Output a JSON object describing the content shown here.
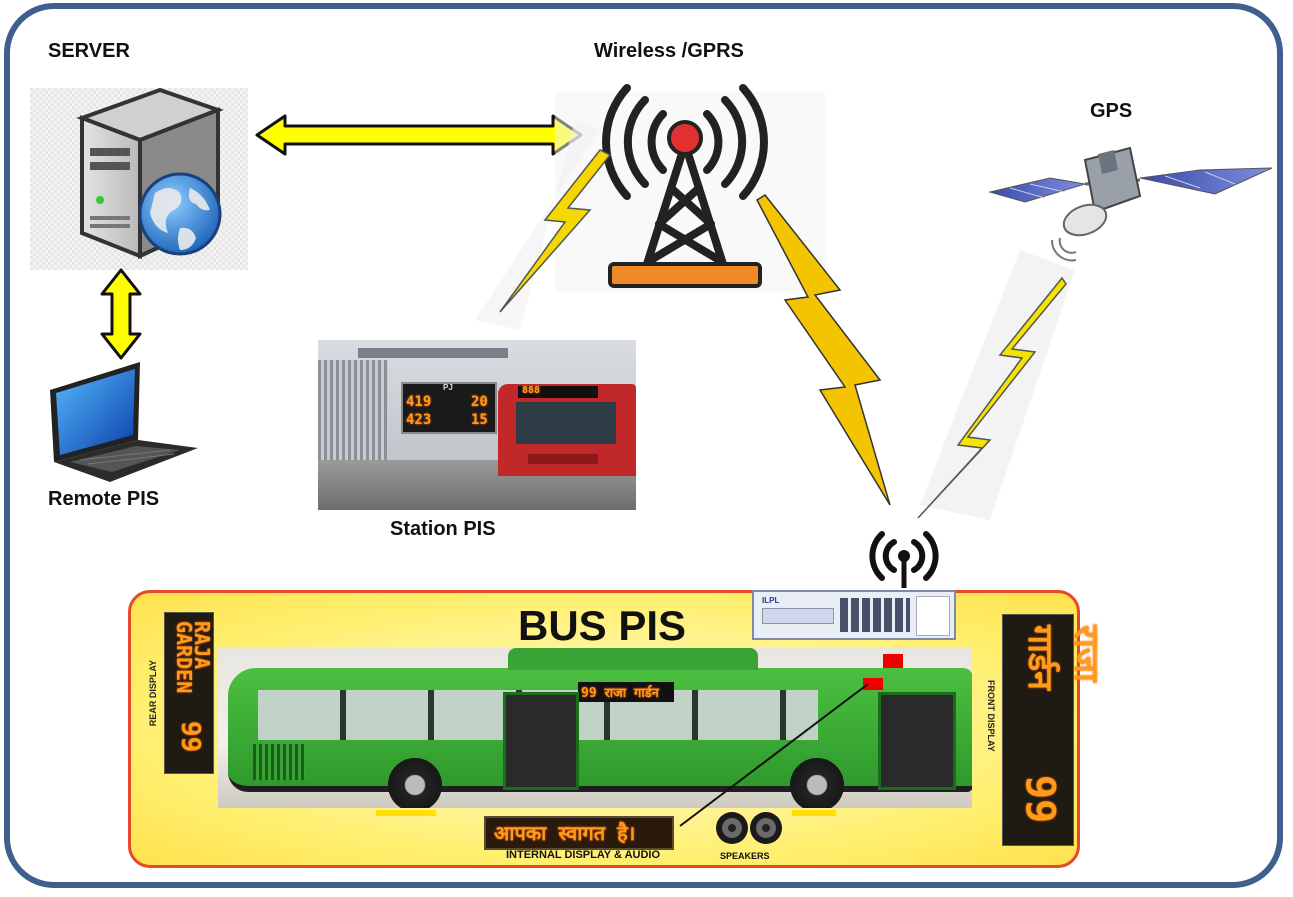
{
  "labels": {
    "server": "SERVER",
    "wireless": "Wireless /GPRS",
    "gps": "GPS",
    "remote_pis": "Remote PIS",
    "station_pis": "Station PIS",
    "bus_pis": "BUS PIS"
  },
  "station_board": {
    "header": "PJ",
    "rows": [
      {
        "route": "419",
        "minutes": "20"
      },
      {
        "route": "423",
        "minutes": "15"
      }
    ],
    "bus_sign": "888"
  },
  "bus_panel": {
    "rear_display_caption": "REAR DISPLAY",
    "front_display_caption": "FRONT DISPLAY",
    "rear_display_text": "RAJA GARDEN",
    "rear_display_route": "99",
    "front_display_text": "राजा गार्डन",
    "front_display_route": "99",
    "side_display_text": "99 राजा गार्डन",
    "internal_display_text": "आपका स्वागत है।",
    "internal_caption": "INTERNAL DISPLAY & AUDIO",
    "speakers_caption": "SPEAKERS",
    "device_brand": "ILPL"
  },
  "colors": {
    "frame": "#3f5f8f",
    "arrow_fill": "#ffff00",
    "lightning": "#f5d800",
    "bus_green": "#3aa335",
    "panel_yellow": "#ffef6e",
    "led_orange": "#ff9a1a",
    "tower_base": "#f08a24",
    "tower_top": "#e03030"
  }
}
